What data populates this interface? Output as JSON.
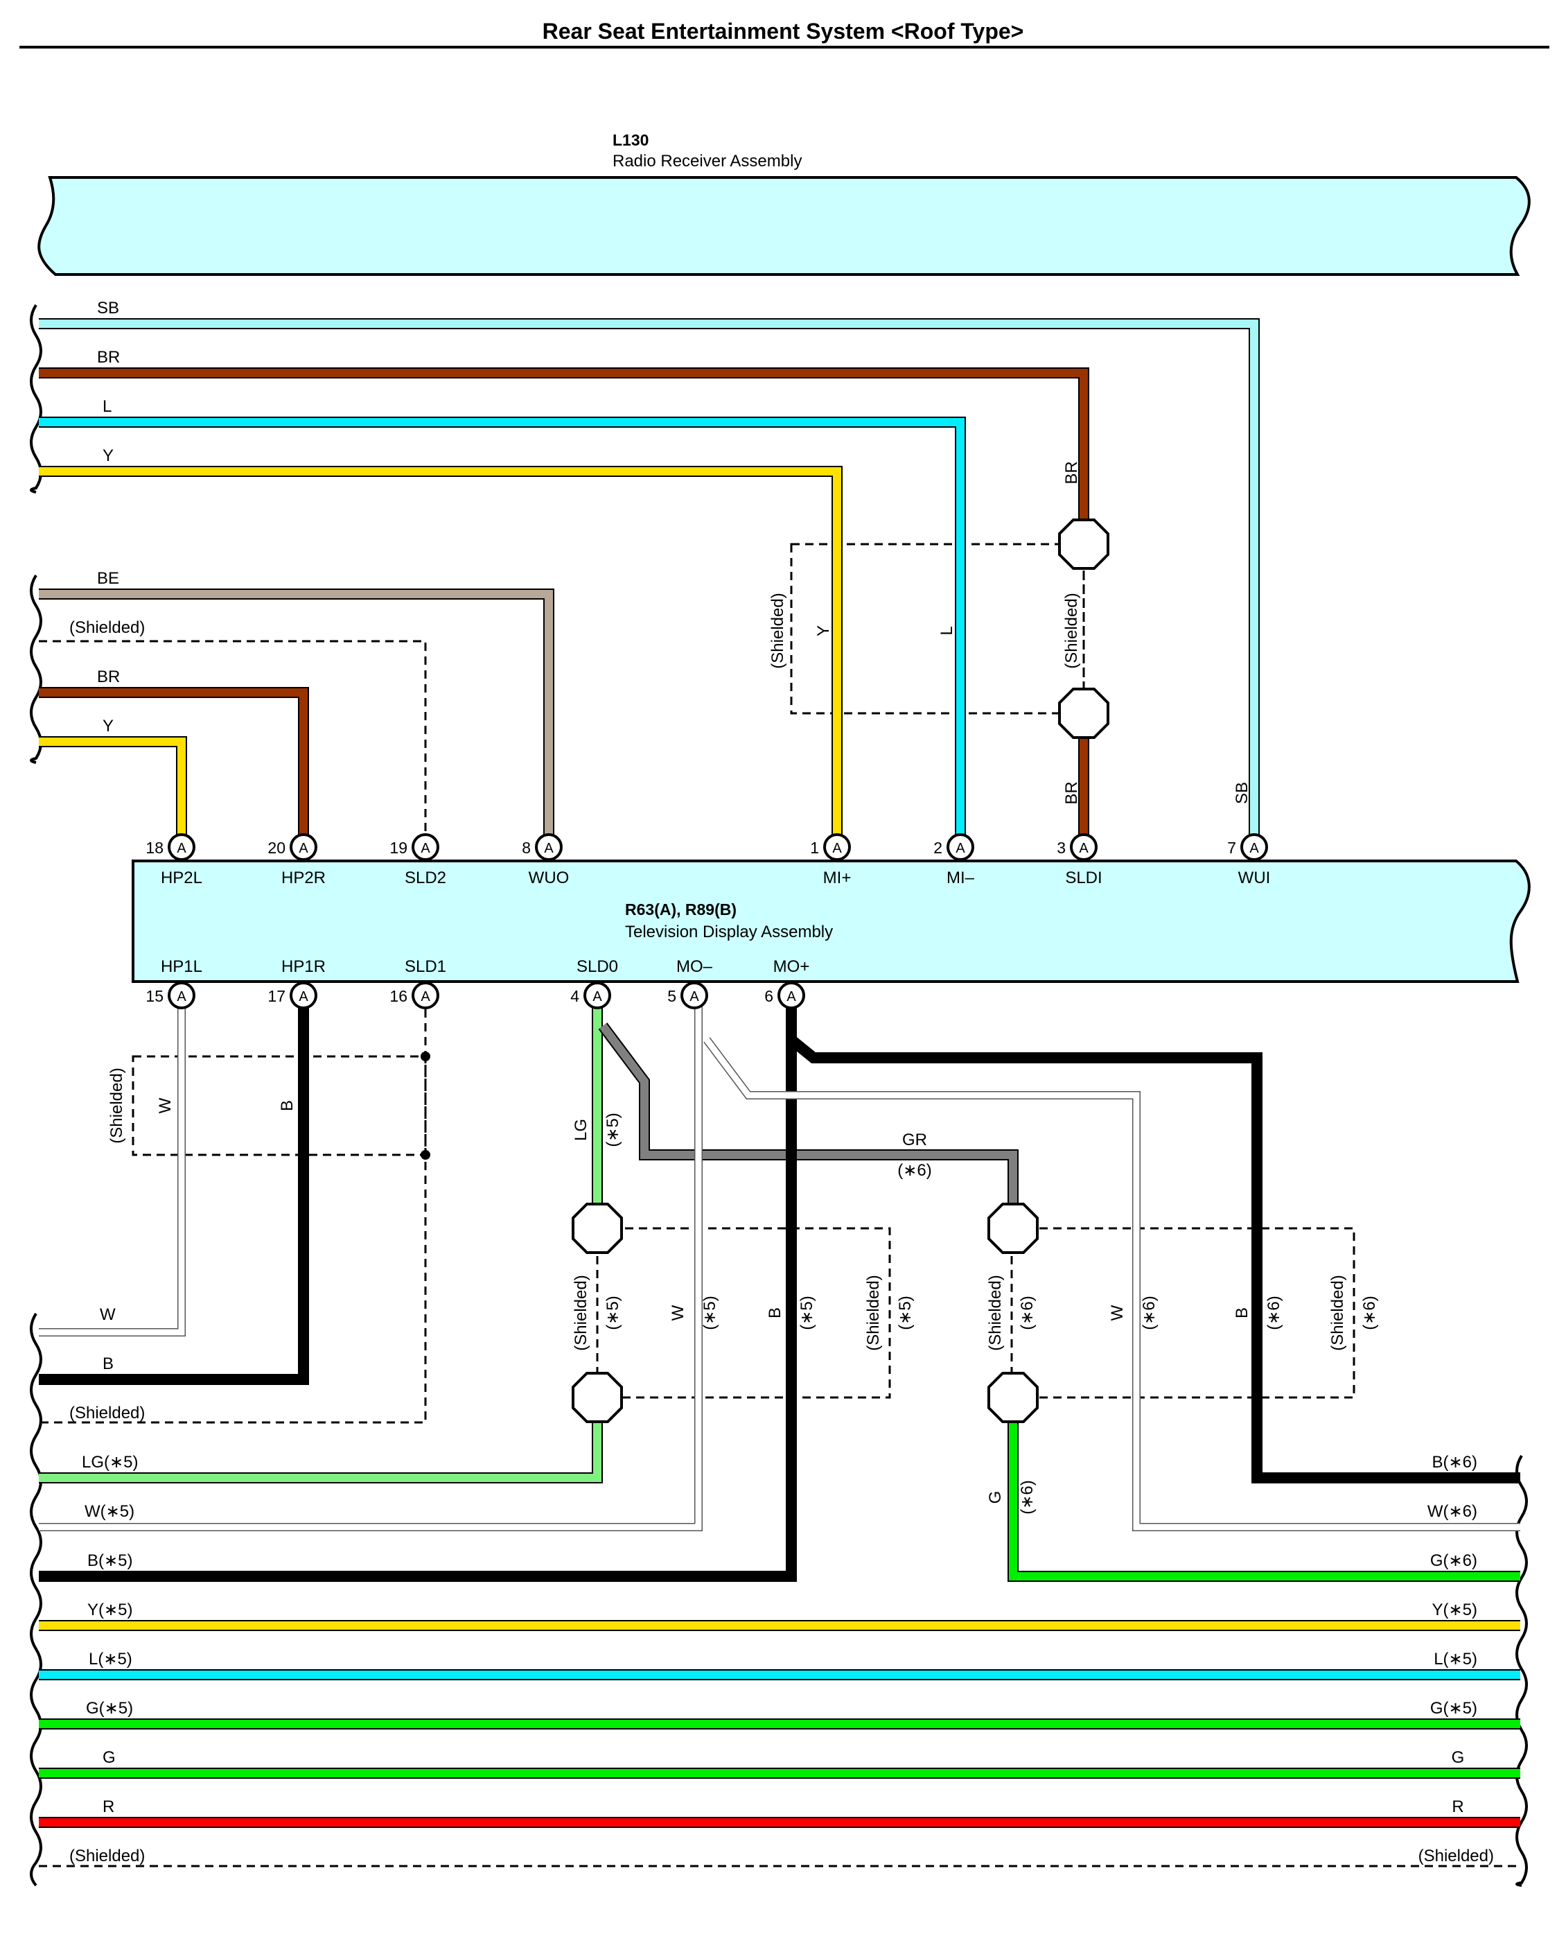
{
  "title": "Rear Seat Entertainment System <Roof Type>",
  "components": {
    "radio": {
      "code": "L130",
      "name": "Radio Receiver Assembly"
    },
    "tv": {
      "code": "R63(A), R89(B)",
      "name": "Television Display Assembly"
    }
  },
  "colors": {
    "SB": "#a8f7f7",
    "BR": "#993300",
    "L": "#00eeff",
    "Y": "#ffe000",
    "BE": "#b8a898",
    "B": "#000000",
    "LG": "#80f080",
    "GR": "#808080",
    "G": "#00ee00",
    "R": "#ff0000",
    "W": "#ffffff",
    "box": "#ccffff"
  },
  "top_pins": [
    {
      "id": "hp2l",
      "num": "18",
      "conn": "A",
      "label": "HP2L"
    },
    {
      "id": "hp2r",
      "num": "20",
      "conn": "A",
      "label": "HP2R"
    },
    {
      "id": "sld2",
      "num": "19",
      "conn": "A",
      "label": "SLD2"
    },
    {
      "id": "wuo",
      "num": "8",
      "conn": "A",
      "label": "WUO"
    },
    {
      "id": "mip",
      "num": "1",
      "conn": "A",
      "label": "MI+"
    },
    {
      "id": "mim",
      "num": "2",
      "conn": "A",
      "label": "MI–"
    },
    {
      "id": "sldi",
      "num": "3",
      "conn": "A",
      "label": "SLDI"
    },
    {
      "id": "wui",
      "num": "7",
      "conn": "A",
      "label": "WUI"
    }
  ],
  "bottom_pins": [
    {
      "id": "hp1l",
      "num": "15",
      "conn": "A",
      "label": "HP1L"
    },
    {
      "id": "hp1r",
      "num": "17",
      "conn": "A",
      "label": "HP1R"
    },
    {
      "id": "sld1",
      "num": "16",
      "conn": "A",
      "label": "SLD1"
    },
    {
      "id": "sld0",
      "num": "4",
      "conn": "A",
      "label": "SLD0"
    },
    {
      "id": "mom",
      "num": "5",
      "conn": "A",
      "label": "MO–"
    },
    {
      "id": "mop",
      "num": "6",
      "conn": "A",
      "label": "MO+"
    }
  ],
  "wire_labels": {
    "sb": "SB",
    "br": "BR",
    "l": "L",
    "y": "Y",
    "be": "BE",
    "shielded": "(Shielded)",
    "br2": "BR",
    "y2": "Y",
    "w": "W",
    "b": "B",
    "lg5": "LG(∗5)",
    "w5": "W(∗5)",
    "b5": "B(∗5)",
    "y5": "Y(∗5)",
    "l5": "L(∗5)",
    "g5": "G(∗5)",
    "g": "G",
    "r": "R",
    "b6": "B(∗6)",
    "w6": "W(∗6)",
    "g6": "G(∗6)",
    "gr": "GR",
    "gr_note": "(∗6)",
    "v_br": "BR",
    "v_sb": "SB",
    "v_y": "Y",
    "v_l": "L",
    "v_w": "W",
    "v_b": "B",
    "v_lg": "LG",
    "v_g": "G",
    "note5": "(∗5)",
    "note6": "(∗6)"
  }
}
